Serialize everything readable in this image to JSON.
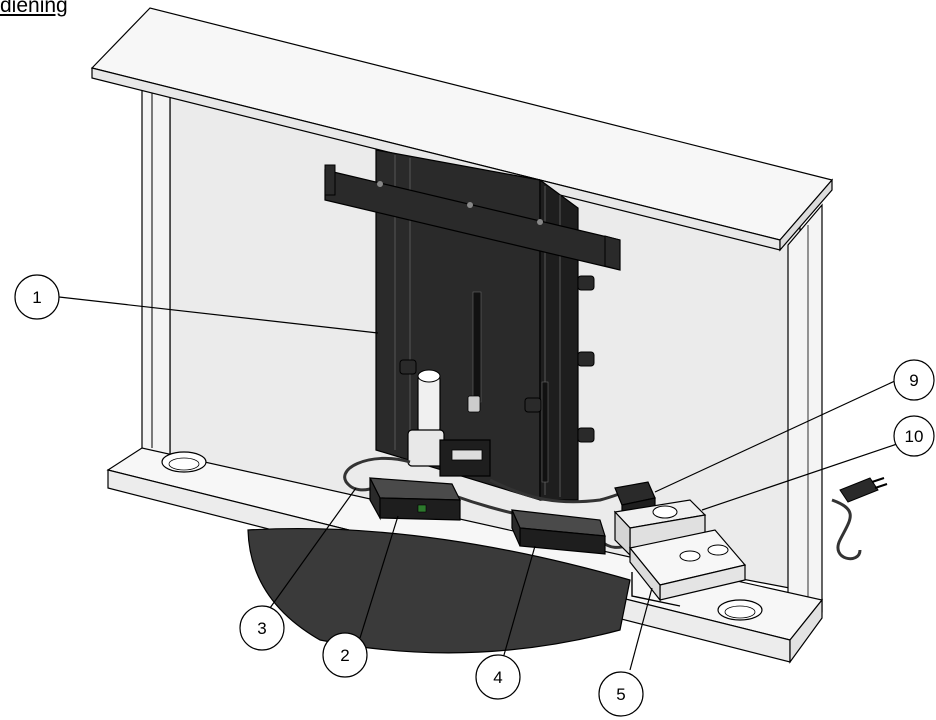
{
  "title": "diening",
  "callouts": [
    {
      "number": "1"
    },
    {
      "number": "2"
    },
    {
      "number": "3"
    },
    {
      "number": "4"
    },
    {
      "number": "5"
    },
    {
      "number": "9"
    },
    {
      "number": "10"
    }
  ],
  "colors": {
    "line": "#000000",
    "panel_fill": "#ebebeb",
    "top_fill": "#f7f7f7",
    "bracket_dark": "#2a2a2a",
    "stand_fill": "#3a3a3a"
  }
}
